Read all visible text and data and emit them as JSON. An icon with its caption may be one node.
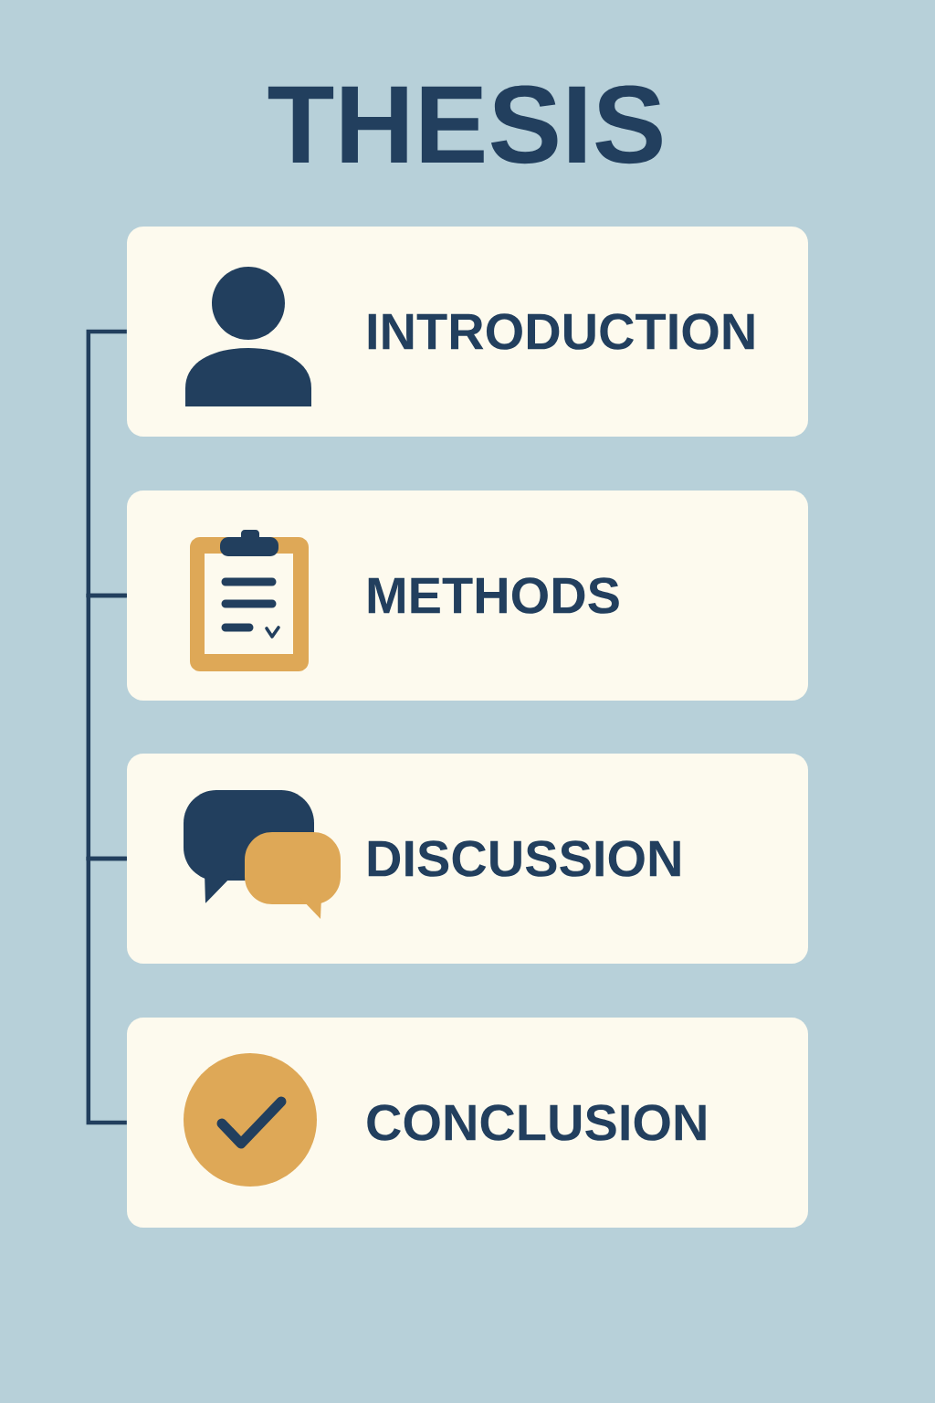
{
  "diagram": {
    "title": "THESIS",
    "nodes": [
      {
        "text": [
          "INTRODUCTION"
        ]
      },
      {
        "text": [
          "METHODS"
        ]
      },
      {
        "text": [
          "DISCUSSION"
        ]
      },
      {
        "text": [
          "CONCLUSION"
        ]
      }
    ],
    "edges": [
      {
        "from": 0,
        "to": 1,
        "arrow": "none"
      },
      {
        "from": 1,
        "to": 2,
        "arrow": "none"
      },
      {
        "from": 2,
        "to": 3,
        "arrow": "none"
      }
    ]
  }
}
